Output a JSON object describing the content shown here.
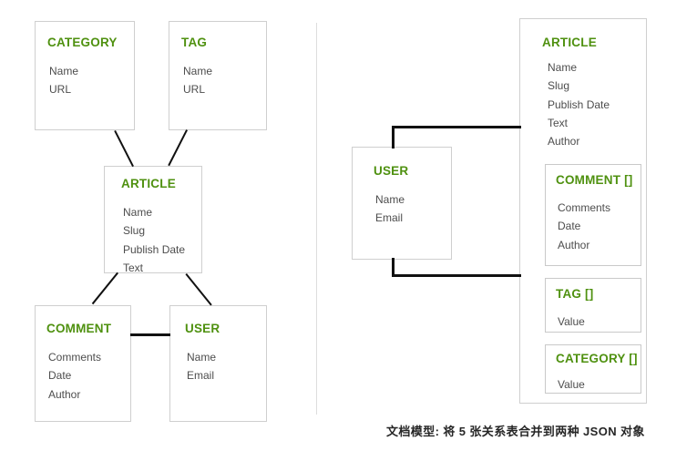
{
  "diagram": {
    "divider": {
      "label": "vertical-divider"
    },
    "relational_side": {
      "entities": [
        {
          "id": "category",
          "title": "CATEGORY",
          "fields": [
            "Name",
            "URL"
          ]
        },
        {
          "id": "tag",
          "title": "TAG",
          "fields": [
            "Name",
            "URL"
          ]
        },
        {
          "id": "article",
          "title": "ARTICLE",
          "fields": [
            "Name",
            "Slug",
            "Publish Date",
            "Text"
          ]
        },
        {
          "id": "comment",
          "title": "COMMENT",
          "fields": [
            "Comments",
            "Date",
            "Author"
          ]
        },
        {
          "id": "user",
          "title": "USER",
          "fields": [
            "Name",
            "Email"
          ]
        }
      ]
    },
    "document_side": {
      "entities": [
        {
          "id": "user-doc",
          "title": "USER",
          "fields": [
            "Name",
            "Email"
          ]
        },
        {
          "id": "article-doc",
          "title": "ARTICLE",
          "fields": [
            "Name",
            "Slug",
            "Publish Date",
            "Text",
            "Author"
          ]
        }
      ],
      "nested": [
        {
          "id": "comment-array",
          "title": "COMMENT []",
          "fields": [
            "Comments",
            "Date",
            "Author"
          ]
        },
        {
          "id": "tag-array",
          "title": "TAG []",
          "fields": [
            "Value"
          ]
        },
        {
          "id": "category-array",
          "title": "CATEGORY []",
          "fields": [
            "Value"
          ]
        }
      ]
    },
    "caption": "文档模型: 将 5 张关系表合并到两种 JSON 对象",
    "colors": {
      "entity_title": "#4f9110",
      "field_text": "#4d4d4d",
      "box_border": "#cfcfcf",
      "connector": "#111111",
      "divider": "#dddddd",
      "caption": "#262626"
    }
  }
}
